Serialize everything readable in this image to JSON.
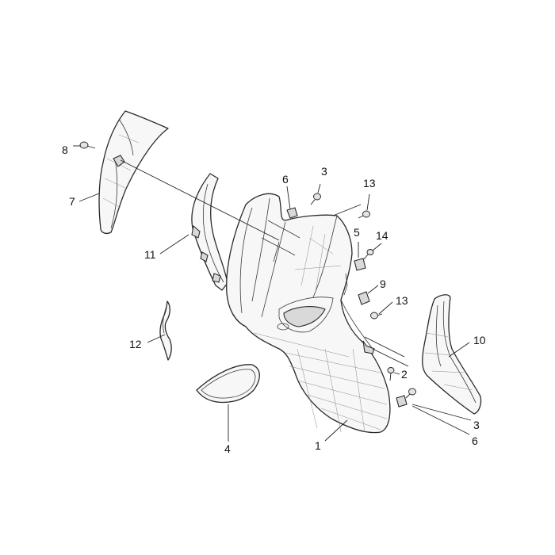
{
  "callouts": {
    "c1": "1",
    "c2": "2",
    "c3a": "3",
    "c3b": "3",
    "c4": "4",
    "c5": "5",
    "c6a": "6",
    "c6b": "6",
    "c7": "7",
    "c8": "8",
    "c9": "9",
    "c10": "10",
    "c11": "11",
    "c12": "12",
    "c13a": "13",
    "c13b": "13",
    "c14": "14"
  },
  "colors": {
    "line": "#2a2a2a",
    "panel_fill": "#f7f7f7",
    "background": "#ffffff"
  }
}
